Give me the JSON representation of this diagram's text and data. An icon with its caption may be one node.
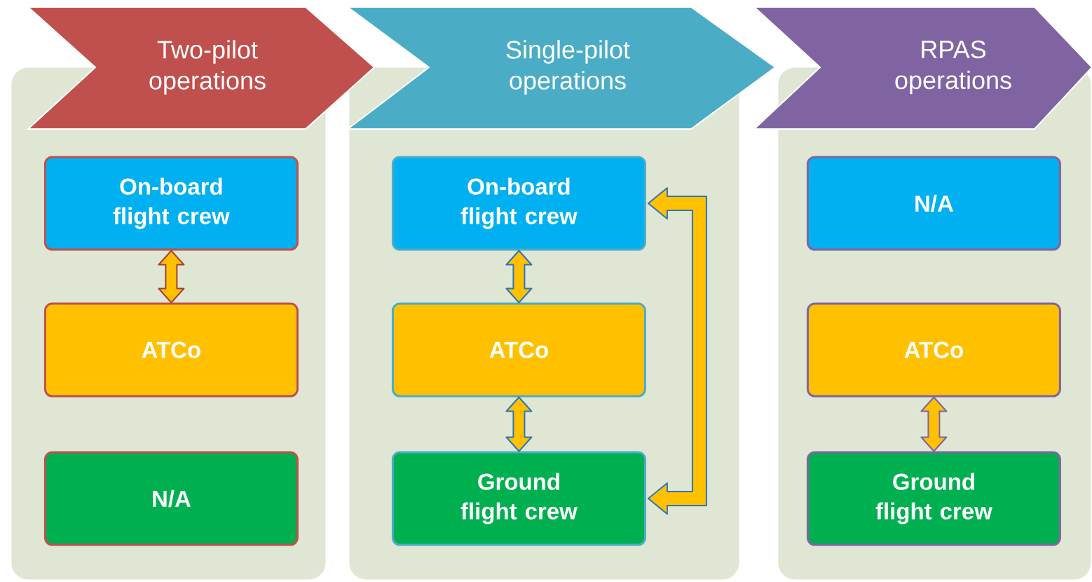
{
  "diagram": {
    "nodes": [
      {
        "text": [
          "Two-pilot operations"
        ]
      },
      {
        "text": [
          "On-board flight crew"
        ],
        "in": 0
      },
      {
        "text": [
          "ATCo"
        ],
        "in": 0
      },
      {
        "text": [
          "N/A"
        ],
        "in": 0
      },
      {
        "text": [
          "Single-pilot operations"
        ]
      },
      {
        "text": [
          "On-board flight crew"
        ],
        "in": 4
      },
      {
        "text": [
          "ATCo"
        ],
        "in": 4
      },
      {
        "text": [
          "Ground flight crew"
        ],
        "in": 4
      },
      {
        "text": [
          "RPAS operations"
        ]
      },
      {
        "text": [
          "N/A"
        ],
        "in": 8
      },
      {
        "text": [
          "ATCo"
        ],
        "in": 8
      },
      {
        "text": [
          "Ground flight crew"
        ],
        "in": 8
      }
    ],
    "edges": [
      {
        "from": 1,
        "to": 2,
        "arrow": "both",
        "color": "#a0403c"
      },
      {
        "from": 5,
        "to": 6,
        "arrow": "both",
        "color": "#2e75b6"
      },
      {
        "from": 6,
        "to": 7,
        "arrow": "both",
        "color": "#2e75b6"
      },
      {
        "from": 7,
        "to": 5,
        "arrow": "both",
        "color": "#2e75b6"
      },
      {
        "from": 10,
        "to": 11,
        "arrow": "both",
        "color": "#8064a2"
      }
    ]
  }
}
